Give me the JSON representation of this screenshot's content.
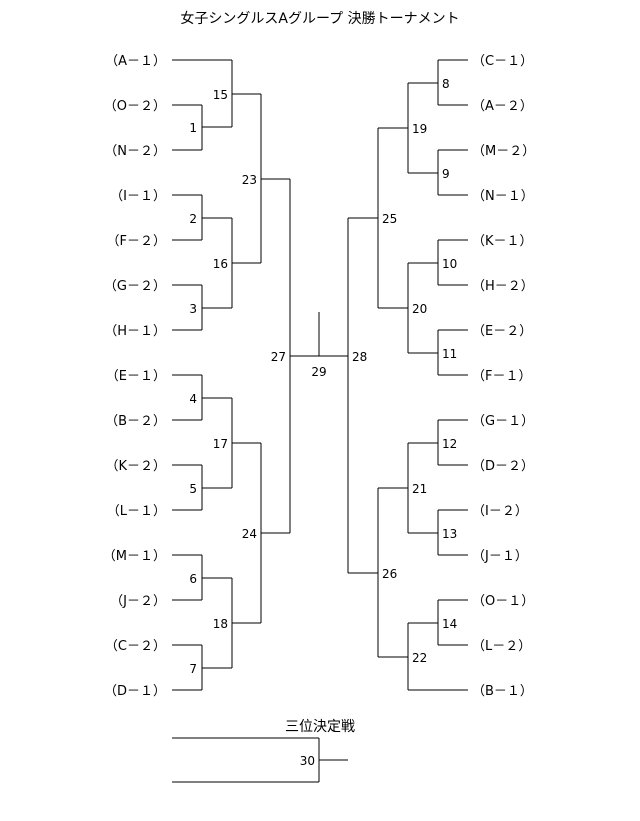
{
  "title": "女子シングルスAグループ 決勝トーナメント",
  "third_place_title": "三位決定戦",
  "left_entries": [
    "（A－１）",
    "（O－２）",
    "（N－２）",
    "（I－１）",
    "（F－２）",
    "（G－２）",
    "（H－１）",
    "（E－１）",
    "（B－２）",
    "（K－２）",
    "（L－１）",
    "（M－１）",
    "（J－２）",
    "（C－２）",
    "（D－１）"
  ],
  "right_entries": [
    "（C－１）",
    "（A－２）",
    "（M－２）",
    "（N－１）",
    "（K－１）",
    "（H－２）",
    "（E－２）",
    "（F－１）",
    "（G－１）",
    "（D－２）",
    "（I－２）",
    "（J－１）",
    "（O－１）",
    "（L－２）",
    "（B－１）"
  ],
  "match_numbers": {
    "m1": "1",
    "m2": "2",
    "m3": "3",
    "m4": "4",
    "m5": "5",
    "m6": "6",
    "m7": "7",
    "m8": "8",
    "m9": "9",
    "m10": "10",
    "m11": "11",
    "m12": "12",
    "m13": "13",
    "m14": "14",
    "m15": "15",
    "m16": "16",
    "m17": "17",
    "m18": "18",
    "m19": "19",
    "m20": "20",
    "m21": "21",
    "m22": "22",
    "m23": "23",
    "m24": "24",
    "m25": "25",
    "m26": "26",
    "m27": "27",
    "m28": "28",
    "m29": "29",
    "m30": "30"
  }
}
